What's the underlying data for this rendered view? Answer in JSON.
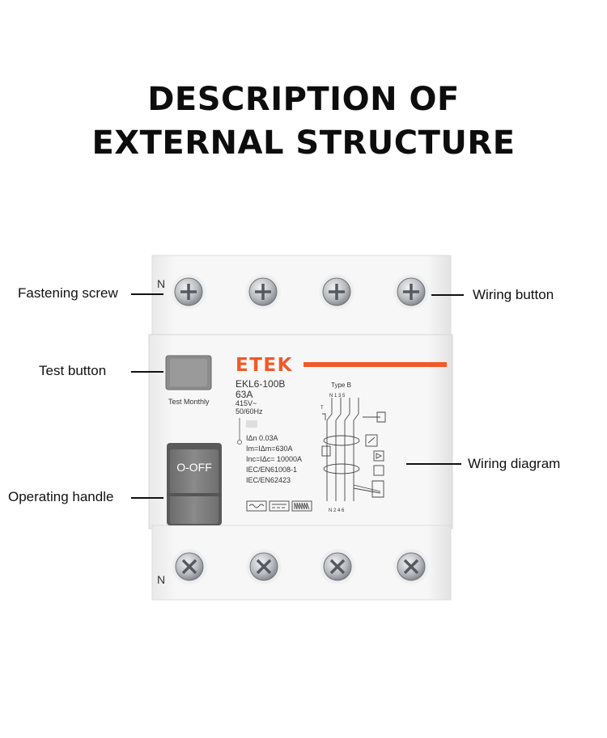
{
  "heading": {
    "line1": "DESCRIPTION OF",
    "line2": "EXTERNAL STRUCTURE"
  },
  "callouts": {
    "fastening_screw": "Fastening screw",
    "wiring_button": "Wiring button",
    "test_button": "Test button",
    "wiring_diagram": "Wiring diagram",
    "operating_handle": "Operating handle"
  },
  "device": {
    "brand": "ETEK",
    "model": "EKL6-100B",
    "rating": "63A",
    "voltage": "415V~",
    "frequency": "50/60Hz",
    "test_label": "Test Monthly",
    "handle_label": "O-OFF",
    "idn": "IΔn 0.03A",
    "im": "Im=IΔm=630A",
    "inc": "Inc=IΔc= 10000A",
    "std1": "IEC/EN61008-1",
    "std2": "IEC/EN62423",
    "diagram_type": "Type B",
    "neutral_top": "N",
    "neutral_bottom": "N",
    "top_terminals": "N 1 3 5",
    "bottom_terminals": "N 2 4 6",
    "test_marker": "T",
    "brand_color": "#f05a28"
  }
}
